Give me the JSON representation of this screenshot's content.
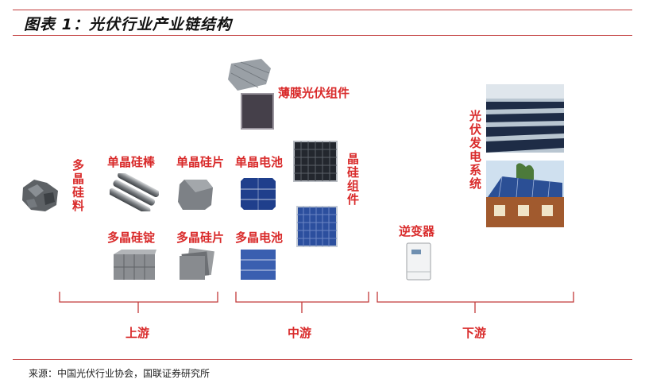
{
  "figure": {
    "title": "图表 1：光伏行业产业链结构",
    "source": "来源：中国光伏行业协会，国联证券研究所"
  },
  "labels": {
    "polysilicon": "多晶硅料",
    "mono_rod": "单晶硅棒",
    "mono_wafer": "单晶硅片",
    "mono_cell": "单晶电池",
    "multi_ingot": "多晶硅锭",
    "multi_wafer": "多晶硅片",
    "multi_cell": "多晶电池",
    "thin_film": "薄膜光伏组件",
    "crystal_module": "晶硅组件",
    "inverter": "逆变器",
    "pv_system": "光伏发电系统"
  },
  "segments": {
    "upstream": "上游",
    "midstream": "中游",
    "downstream": "下游"
  },
  "colors": {
    "accent_red": "#d92b2b",
    "rule": "#c23a3a"
  }
}
